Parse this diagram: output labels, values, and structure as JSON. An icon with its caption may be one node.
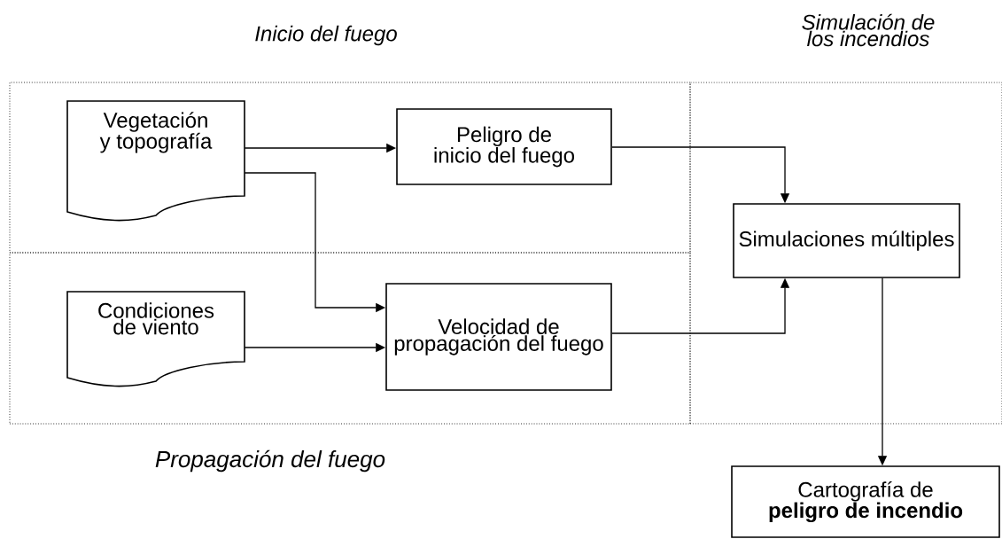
{
  "diagram": {
    "nodes": [
      {
        "text": [
          "Inicio del fuego"
        ]
      },
      {
        "text": [
          "Vegetación y topografía"
        ],
        "in": 0
      },
      {
        "text": [
          "Peligro de inicio del fuego"
        ],
        "in": 0
      },
      {
        "text": [
          "Propagación del fuego"
        ]
      },
      {
        "text": [
          "Condiciones de viento"
        ],
        "in": 3
      },
      {
        "text": [
          "Velocidad de propagación del fuego"
        ],
        "in": 3
      },
      {
        "text": [
          "Simulación de los incendios"
        ]
      },
      {
        "text": [
          "Simulaciones múltiples"
        ],
        "in": 6
      },
      {
        "text": [
          "Cartografía de **peligro de incendio**"
        ]
      }
    ],
    "edges": [
      {
        "from": 1,
        "to": 2,
        "arrow": "to"
      },
      {
        "from": 1,
        "to": 5,
        "arrow": "to"
      },
      {
        "from": 4,
        "to": 5,
        "arrow": "to"
      },
      {
        "from": 2,
        "to": 7,
        "arrow": "to"
      },
      {
        "from": 5,
        "to": 7,
        "arrow": "to"
      },
      {
        "from": 7,
        "to": 8,
        "arrow": "to"
      }
    ]
  }
}
